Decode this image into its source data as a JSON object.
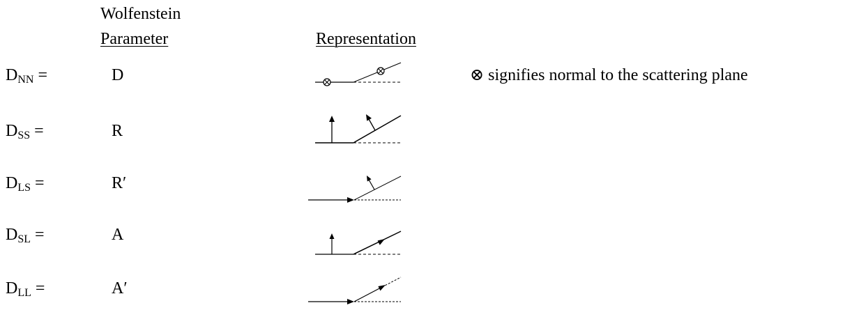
{
  "headers": {
    "parameter_line1": "Wolfenstein",
    "parameter_line2": "Parameter",
    "representation": "Representation"
  },
  "rows": [
    {
      "lhs_main": "D",
      "lhs_sub": "NN",
      "eq": "=",
      "param": "D"
    },
    {
      "lhs_main": "D",
      "lhs_sub": "SS",
      "eq": "=",
      "param": "R"
    },
    {
      "lhs_main": "D",
      "lhs_sub": "LS",
      "eq": "=",
      "param": "R′"
    },
    {
      "lhs_main": "D",
      "lhs_sub": "SL",
      "eq": "=",
      "param": "A"
    },
    {
      "lhs_main": "D",
      "lhs_sub": "LL",
      "eq": "=",
      "param": "A′"
    }
  ],
  "note": "⊗ signifies normal to the scattering plane"
}
